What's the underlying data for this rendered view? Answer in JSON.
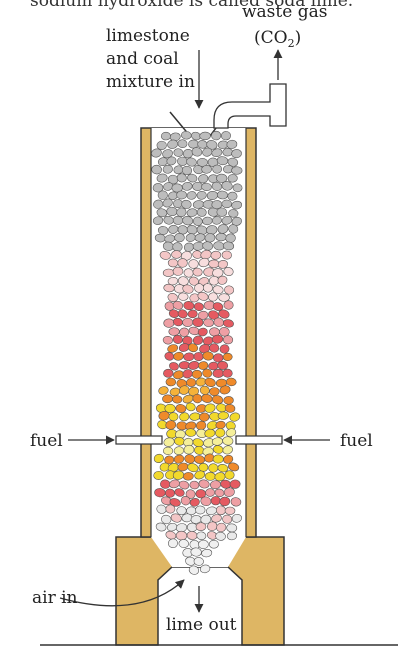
{
  "top_fragment": "sodium hydroxide is called soda lime.",
  "labels": {
    "feed": [
      "limestone",
      "and coal",
      "mixture in"
    ],
    "waste_gas": "waste gas",
    "co2_open": "(CO",
    "co2_sub": "2",
    "co2_close": ")",
    "fuel_left": "fuel",
    "fuel_right": "fuel",
    "air_in": "air in",
    "lime_out": "lime out"
  },
  "colors": {
    "kiln_wall": "#deb664",
    "wall_edge": "#333333",
    "stone_grey": "#bdbdbd",
    "stone_pink": "#f3c6c6",
    "stone_red": "#e55a61",
    "stone_orange": "#ef8a2a",
    "stone_yellow": "#f2d92c",
    "stone_pale_yellow": "#f5ef9a"
  }
}
